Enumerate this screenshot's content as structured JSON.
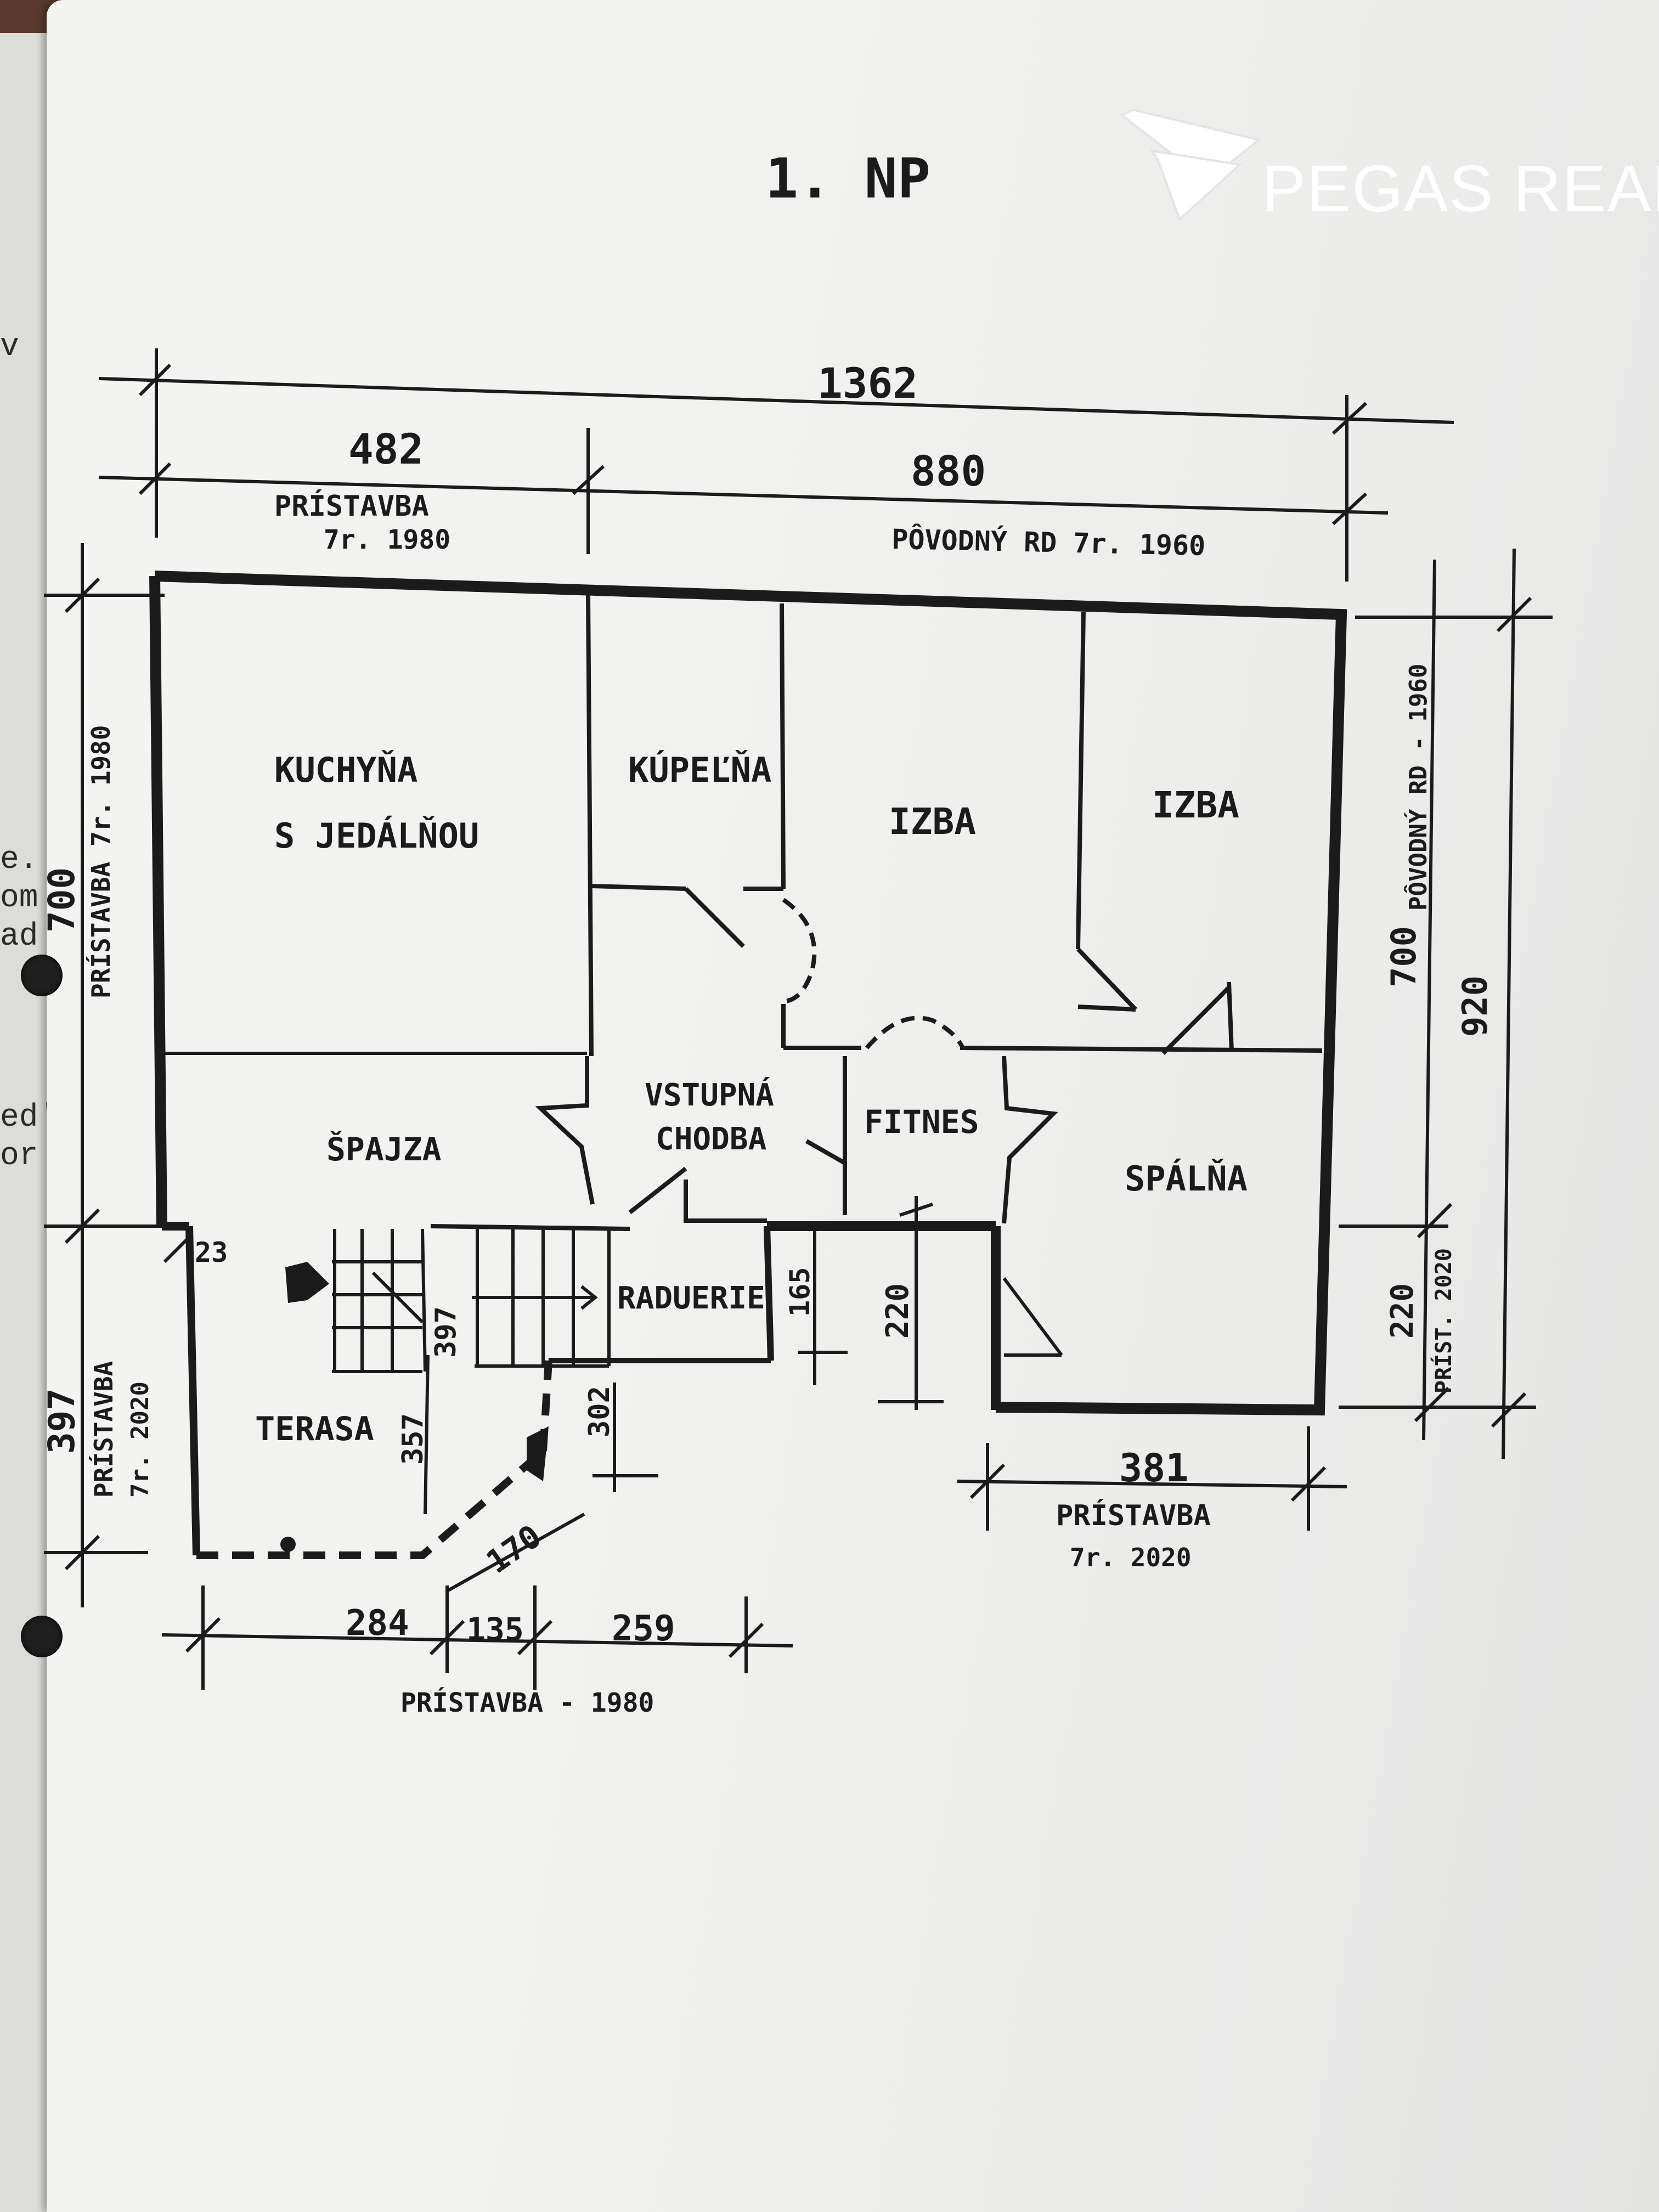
{
  "floor_title": "1. NP",
  "brand": {
    "name": "PEGAS REAL"
  },
  "rooms": {
    "kitchen_line1": "KUCHYŇA",
    "kitchen_line2": "S JEDÁLŇOU",
    "bathroom": "KÚPEĽŇA",
    "room1": "IZBA",
    "room2": "IZBA",
    "hall_line1": "VSTUPNÁ",
    "hall_line2": "CHODBA",
    "fitness": "FITNES",
    "pantry": "ŠPAJZA",
    "bedroom": "SPÁLŇA",
    "storage": "RADUERIE",
    "terrace": "TERASA"
  },
  "annotations": {
    "top_left_extension": "PRÍSTAVBA",
    "top_left_extension_year": "7r. 1980",
    "original_house": "PÔVODNÝ RD 7r. 1960",
    "left_upper_extension": "PRÍSTAVBA 7r. 1980",
    "left_lower_extension": "PRÍSTAVBA",
    "left_lower_extension_year": "7r. 2020",
    "right_original": "PÔVODNÝ RD - 1960",
    "right_extension": "PRÍST. 2020",
    "bottom_right_extension": "PRÍSTAVBA",
    "bottom_right_extension_year": "7r. 2020",
    "bottom_extension": "PRÍSTAVBA - 1980"
  },
  "dimensions": {
    "total_width": "1362",
    "left_width": "482",
    "right_width": "880",
    "left_upper_height": "700",
    "left_lower_height": "397",
    "right_upper_height": "700",
    "right_lower_height": "220",
    "right_total_height": "920",
    "bedroom_width": "381",
    "bottom_a": "284",
    "bottom_b": "135",
    "bottom_c": "259",
    "wall_offset": "23",
    "stair_a": "397",
    "stair_b": "357",
    "stair_c": "302",
    "diagonal": "170",
    "step_165": "165",
    "step_220": "220"
  },
  "underlying_page_text": [
    "v",
    "e.",
    "om",
    "ad",
    "ed'",
    "or"
  ]
}
